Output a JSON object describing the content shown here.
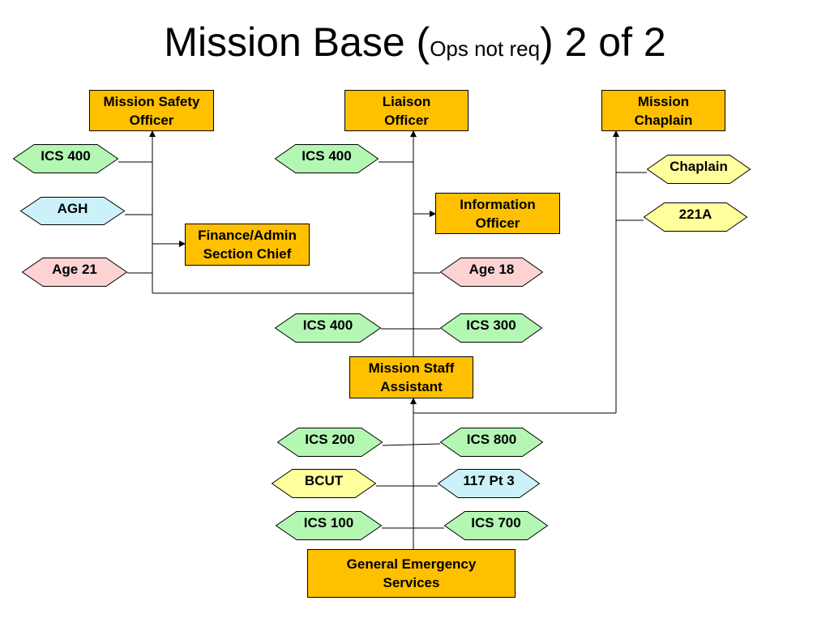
{
  "title": {
    "main": "Mission Base (",
    "small": "Ops not req",
    "end": ") 2 of 2"
  },
  "colors": {
    "box": "#ffc000",
    "green": "#b3f7b3",
    "blue": "#cbf2fb",
    "pink": "#fdd2d2",
    "yellow": "#ffff9c"
  },
  "positions": [
    {
      "id": "mission_safety_officer",
      "label": "Mission Safety\nOfficer"
    },
    {
      "id": "liaison_officer",
      "label": "Liaison\nOfficer"
    },
    {
      "id": "mission_chaplain",
      "label": "Mission\nChaplain"
    },
    {
      "id": "information_officer",
      "label": "Information\nOfficer"
    },
    {
      "id": "finance_admin_section_chief",
      "label": "Finance/Admin\nSection Chief"
    },
    {
      "id": "mission_staff_assistant",
      "label": "Mission Staff\nAssistant"
    },
    {
      "id": "general_emergency_services",
      "label": "General Emergency\nServices"
    }
  ],
  "requirements": [
    {
      "id": "mso_ics400",
      "label": "ICS  400",
      "color": "green"
    },
    {
      "id": "mso_agh",
      "label": "AGH",
      "color": "blue"
    },
    {
      "id": "mso_age21",
      "label": "Age 21",
      "color": "pink"
    },
    {
      "id": "lo_ics400",
      "label": "ICS  400",
      "color": "green"
    },
    {
      "id": "io_age18",
      "label": "Age 18",
      "color": "pink"
    },
    {
      "id": "msa_ics400",
      "label": "ICS  400",
      "color": "green"
    },
    {
      "id": "msa_ics300",
      "label": "ICS  300",
      "color": "green"
    },
    {
      "id": "mc_chaplain",
      "label": "Chaplain",
      "color": "yellow"
    },
    {
      "id": "mc_221a",
      "label": "221A",
      "color": "yellow"
    },
    {
      "id": "ges_ics200",
      "label": "ICS  200",
      "color": "green"
    },
    {
      "id": "ges_ics800",
      "label": "ICS  800",
      "color": "green"
    },
    {
      "id": "ges_bcut",
      "label": "BCUT",
      "color": "yellow"
    },
    {
      "id": "ges_117pt3",
      "label": "117  Pt 3",
      "color": "blue"
    },
    {
      "id": "ges_ics100",
      "label": "ICS  100",
      "color": "green"
    },
    {
      "id": "ges_ics700",
      "label": "ICS  700",
      "color": "green"
    }
  ]
}
